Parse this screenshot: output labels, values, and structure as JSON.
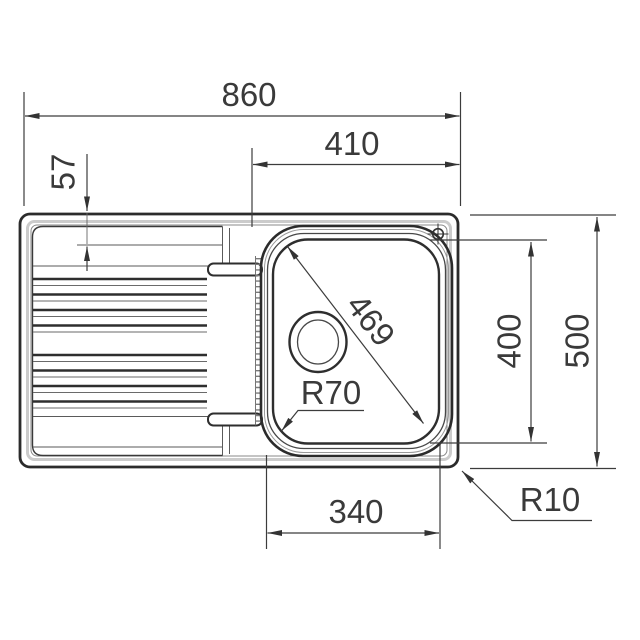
{
  "drawing": {
    "type": "sink-technical-drawing",
    "colors": {
      "line": "#2b2b2b",
      "thin_line": "#5a5a5a",
      "dimension": "#3a3a3a",
      "shade": "#cbcbcb",
      "background": "#ffffff"
    },
    "icons": {
      "tap_hole": "crosshair-circle-icon",
      "drain": "concentric-rings-icon"
    },
    "dims": {
      "width_total": {
        "label": "860"
      },
      "bowl_offset": {
        "label": "410"
      },
      "drainboard_inset": {
        "label": "57"
      },
      "bowl_diagonal": {
        "label": "469"
      },
      "bowl_corner_radius": {
        "label": "R70"
      },
      "bowl_height": {
        "label": "400"
      },
      "height_total": {
        "label": "500"
      },
      "bowl_bottom_width": {
        "label": "340"
      },
      "outer_corner_radius": {
        "label": "R10"
      }
    }
  }
}
